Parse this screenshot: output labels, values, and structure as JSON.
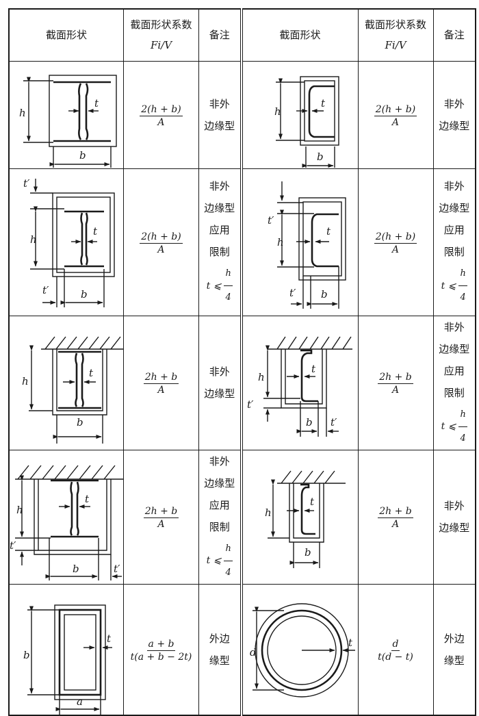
{
  "header": {
    "shape": "截面形状",
    "factor_title": "截面形状系数",
    "factor_symbol": "Fi/V",
    "note": "备注"
  },
  "labels": {
    "h": "h",
    "b": "b",
    "t": "t",
    "tp": "t′",
    "a": "a",
    "d": "d"
  },
  "rows": [
    {
      "left": {
        "num": "2(h + b)",
        "den": "A",
        "note": [
          "非外",
          "边缘型"
        ]
      },
      "right": {
        "num": "2(h + b)",
        "den": "A",
        "note": [
          "非外",
          "边缘型"
        ]
      }
    },
    {
      "left": {
        "num": "2(h + b)",
        "den": "A",
        "note": [
          "非外",
          "边缘型",
          "应用",
          "限制"
        ],
        "limit": {
          "lhs": "t ⩽",
          "num": "h",
          "den": "4"
        }
      },
      "right": {
        "num": "2(h + b)",
        "den": "A",
        "note": [
          "非外",
          "边缘型",
          "应用",
          "限制"
        ],
        "limit": {
          "lhs": "t ⩽",
          "num": "h",
          "den": "4"
        }
      }
    },
    {
      "left": {
        "num": "2h + b",
        "den": "A",
        "note": [
          "非外",
          "边缘型"
        ]
      },
      "right": {
        "num": "2h + b",
        "den": "A",
        "note": [
          "非外",
          "边缘型",
          "应用",
          "限制"
        ],
        "limit": {
          "lhs": "t ⩽",
          "num": "h",
          "den": "4"
        }
      }
    },
    {
      "left": {
        "num": "2h + b",
        "den": "A",
        "note": [
          "非外",
          "边缘型",
          "应用",
          "限制"
        ],
        "limit": {
          "lhs": "t ⩽",
          "num": "h",
          "den": "4"
        }
      },
      "right": {
        "num": "2h + b",
        "den": "A",
        "note": [
          "非外",
          "边缘型"
        ]
      }
    },
    {
      "left": {
        "num": "a + b",
        "den": "t(a + b − 2t)",
        "note": [
          "外边",
          "缘型"
        ]
      },
      "right": {
        "num": "d",
        "den": "t(d − t)",
        "note": [
          "外边",
          "缘型"
        ]
      }
    }
  ]
}
